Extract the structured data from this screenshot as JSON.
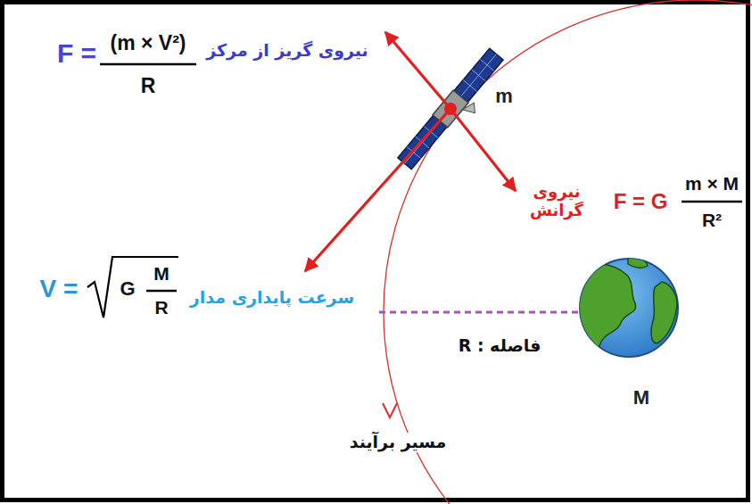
{
  "diagram": {
    "labels": [
      "F =",
      "(m × V²)",
      "R",
      "نیروی گریز از مرکز",
      "m",
      "نیروی گرانش",
      "F = G",
      "m × M",
      "R²",
      "V =",
      "G",
      "M",
      "R",
      "سرعت پایداری مدار",
      "فاصله : R",
      "M",
      "مسیر برآیند"
    ]
  }
}
